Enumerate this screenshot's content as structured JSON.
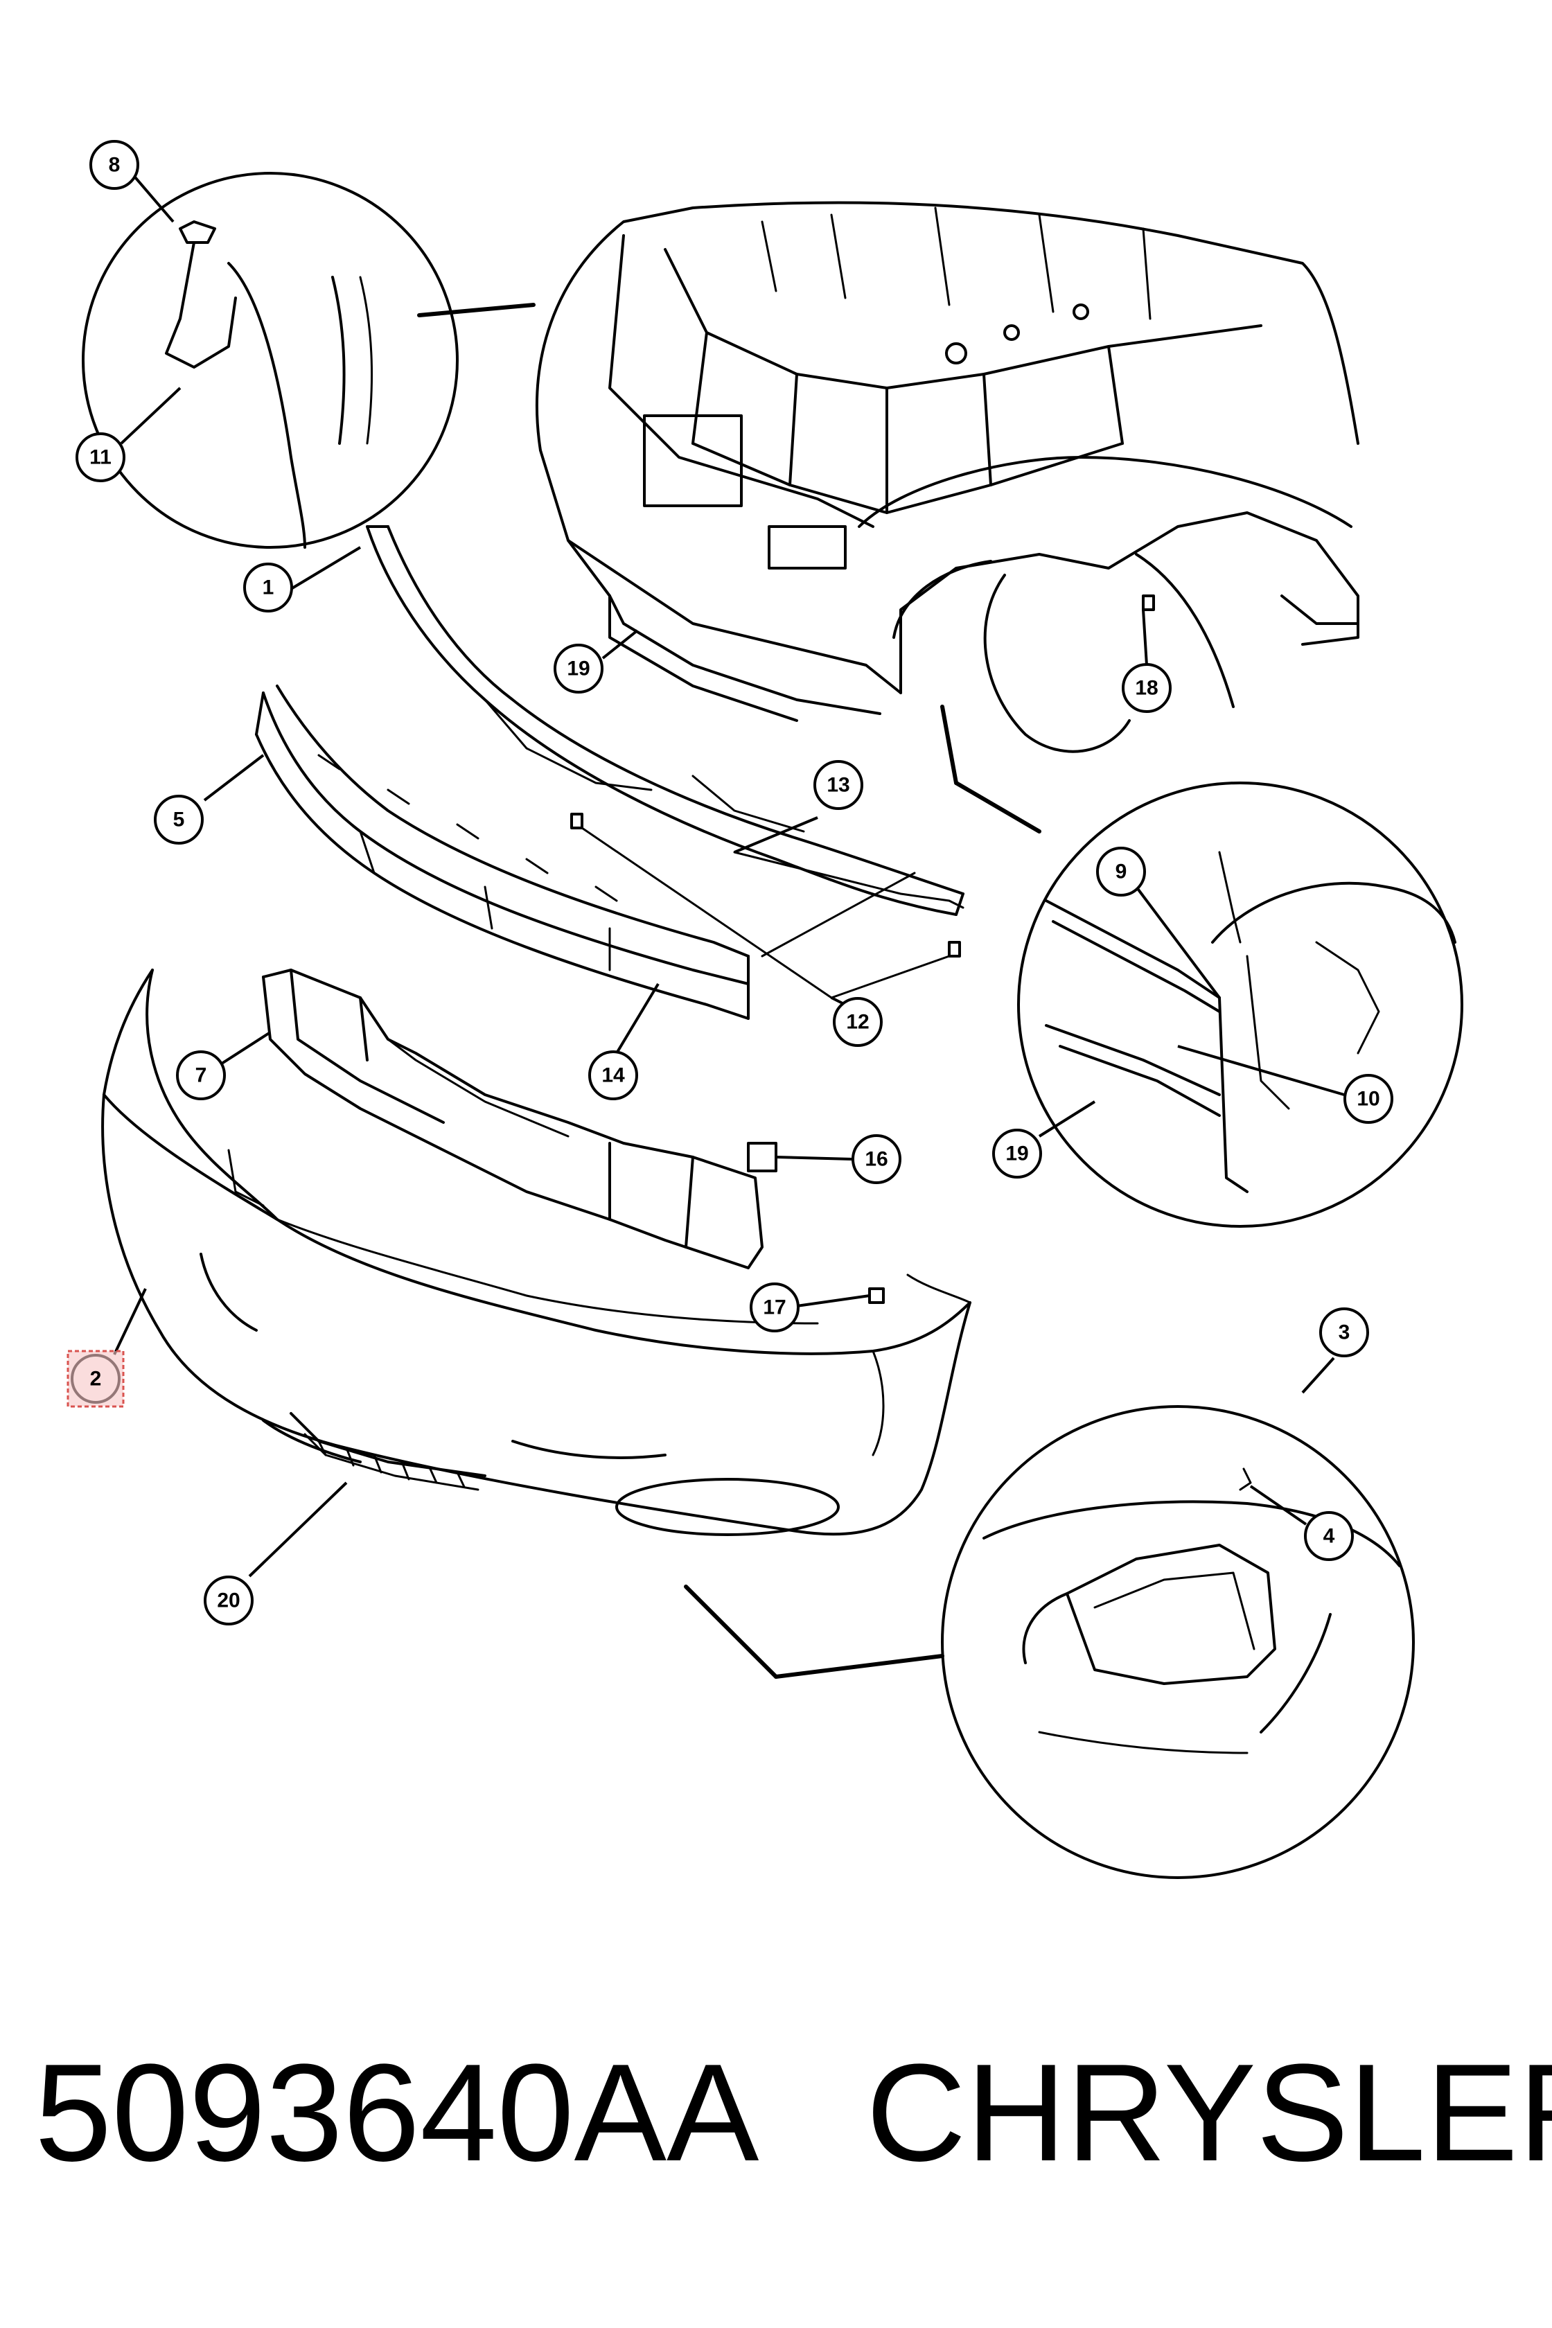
{
  "callouts": [
    {
      "id": "1",
      "label": "1"
    },
    {
      "id": "2",
      "label": "2",
      "highlighted": true
    },
    {
      "id": "3",
      "label": "3"
    },
    {
      "id": "4",
      "label": "4"
    },
    {
      "id": "5",
      "label": "5"
    },
    {
      "id": "7",
      "label": "7"
    },
    {
      "id": "8",
      "label": "8"
    },
    {
      "id": "9",
      "label": "9"
    },
    {
      "id": "10",
      "label": "10"
    },
    {
      "id": "11",
      "label": "11"
    },
    {
      "id": "12",
      "label": "12"
    },
    {
      "id": "13",
      "label": "13"
    },
    {
      "id": "14",
      "label": "14"
    },
    {
      "id": "16",
      "label": "16"
    },
    {
      "id": "17",
      "label": "17"
    },
    {
      "id": "18",
      "label": "18"
    },
    {
      "id": "19a",
      "label": "19"
    },
    {
      "id": "19b",
      "label": "19"
    },
    {
      "id": "20",
      "label": "20"
    }
  ],
  "caption": {
    "part_number": "5093640AA",
    "brand": "CHRYSLER"
  },
  "colors": {
    "line": "#000000",
    "highlight": "#d9534f",
    "highlight_fill": "#f7c6c6"
  }
}
